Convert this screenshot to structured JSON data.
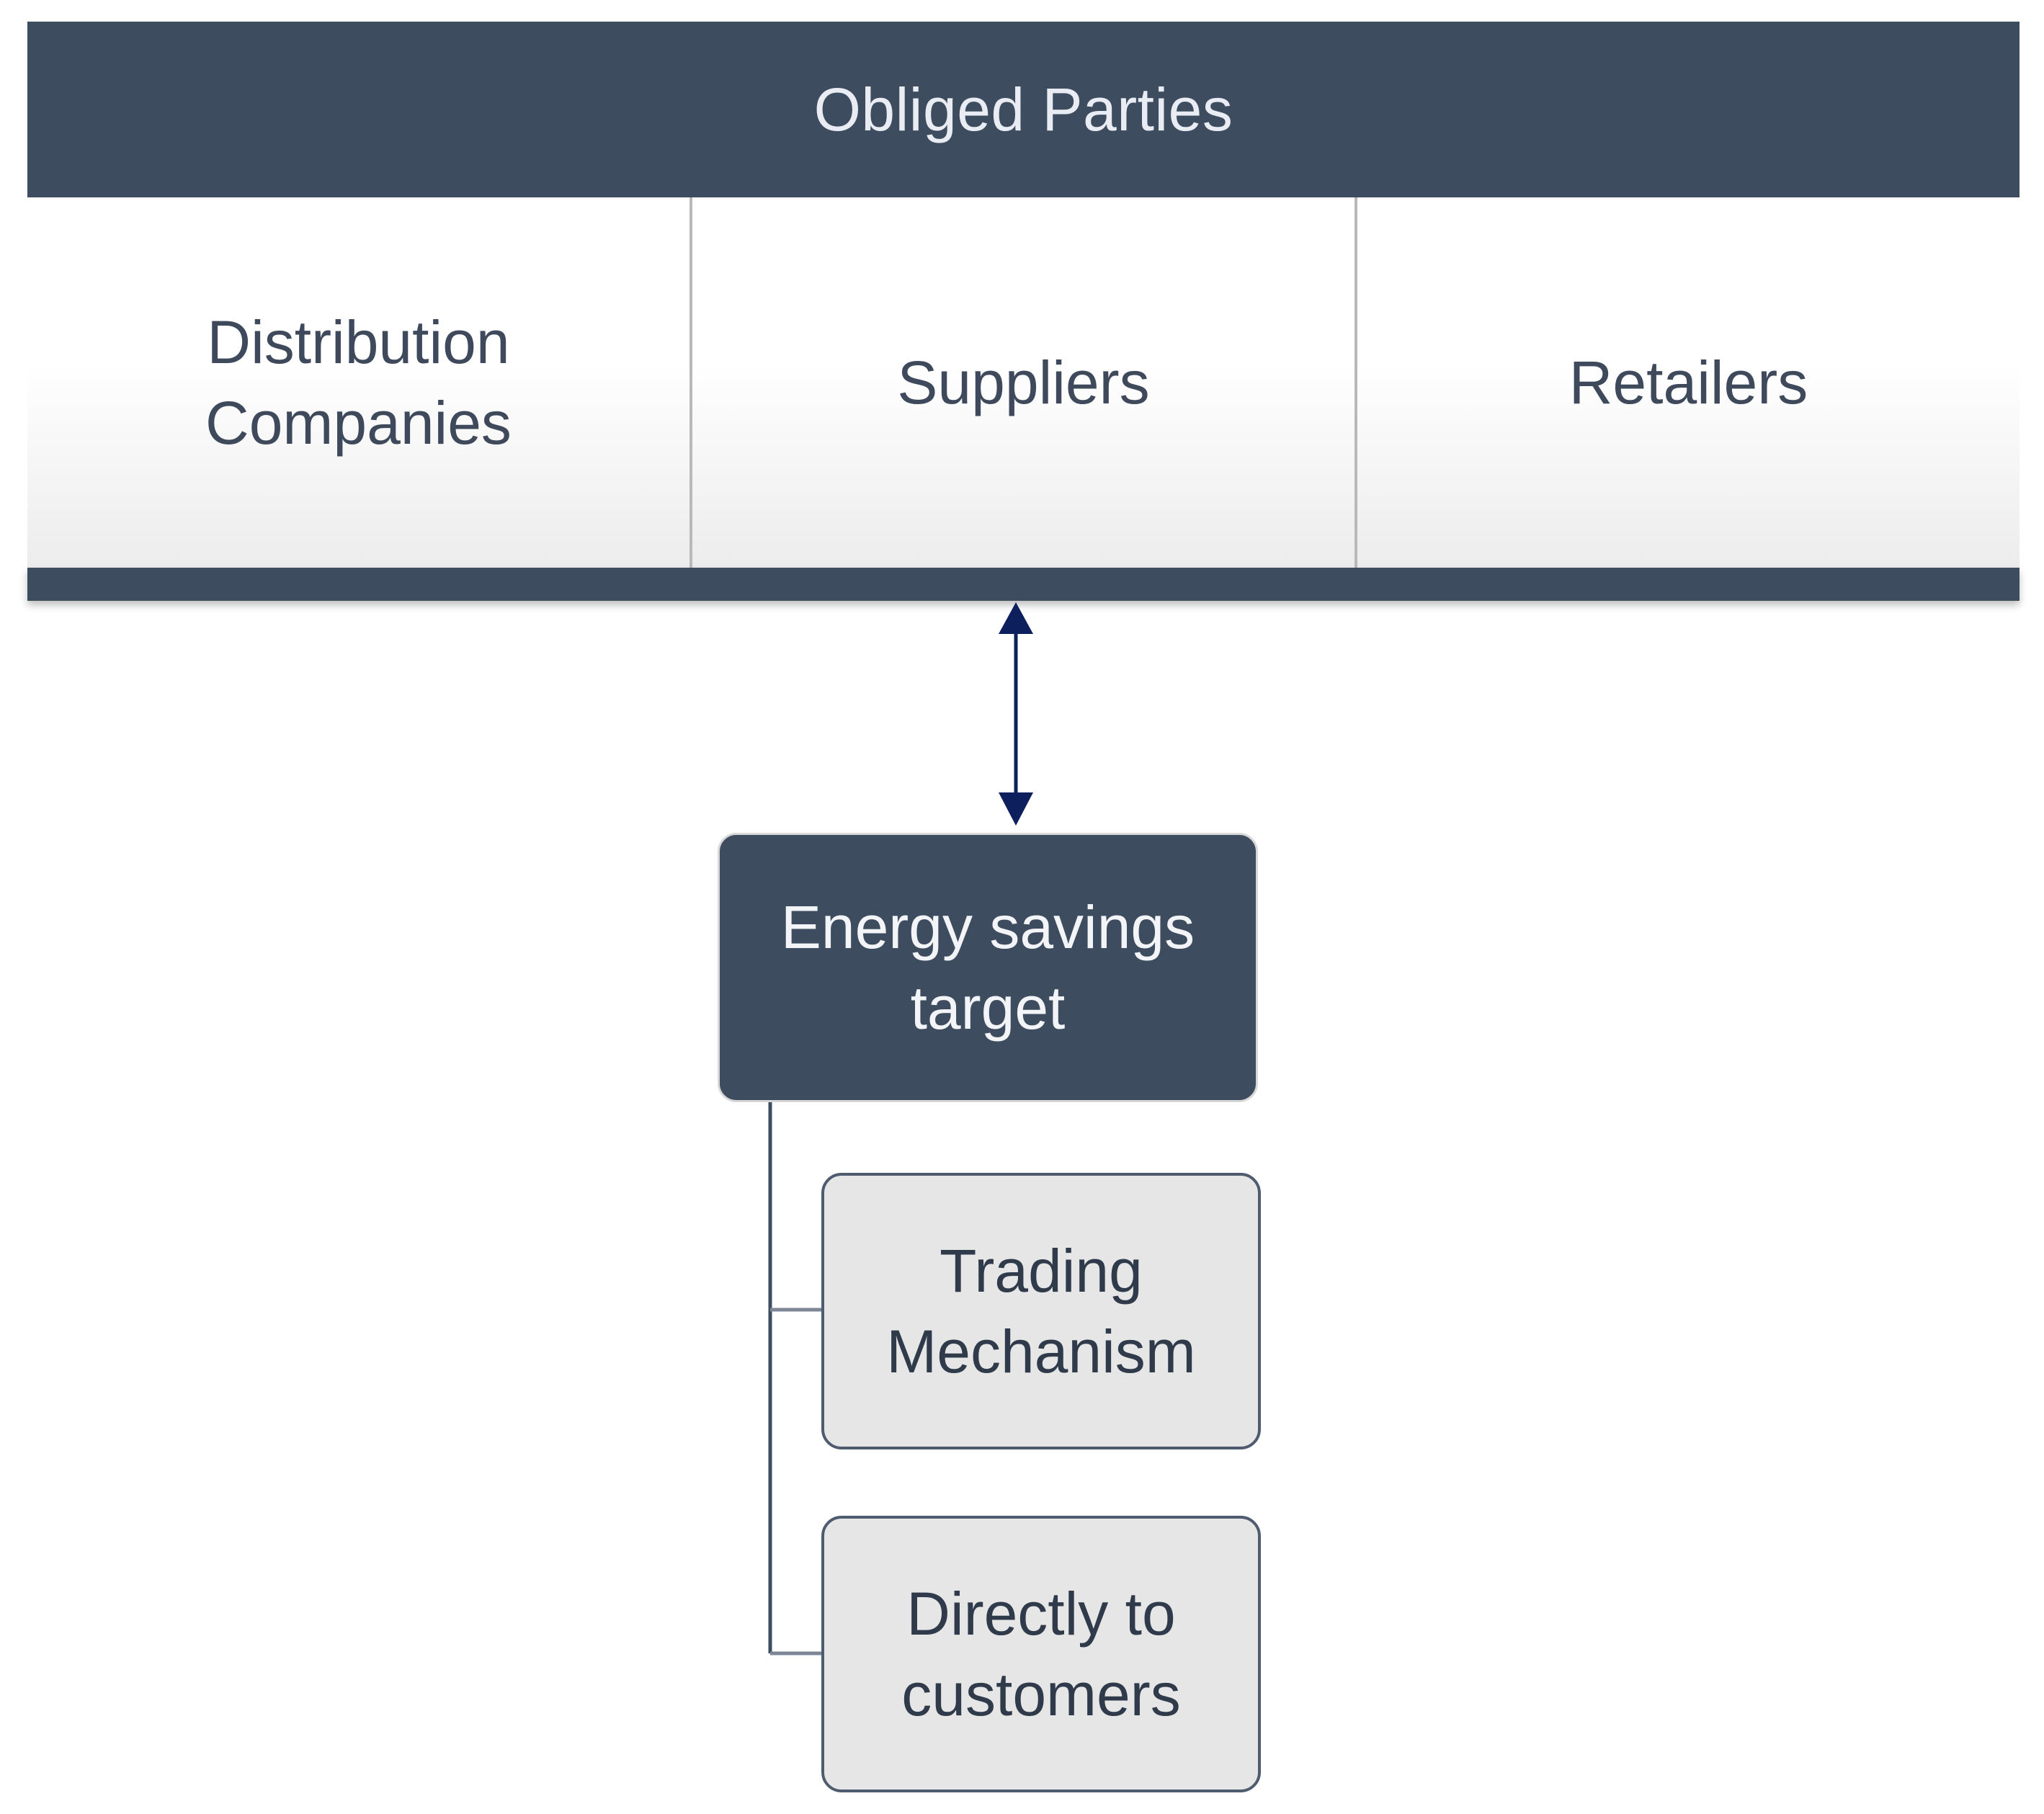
{
  "header": {
    "title": "Obliged Parties"
  },
  "parties": [
    {
      "label": "Distribution Companies"
    },
    {
      "label": "Suppliers"
    },
    {
      "label": "Retailers"
    }
  ],
  "target": {
    "label": "Energy savings target"
  },
  "children": [
    {
      "label": "Trading Mechanism"
    },
    {
      "label": "Directly to customers"
    }
  ],
  "colors": {
    "header_bg": "#3e4c5f",
    "arrow": "#0d1f5c",
    "child_bg": "#e6e6e6"
  }
}
